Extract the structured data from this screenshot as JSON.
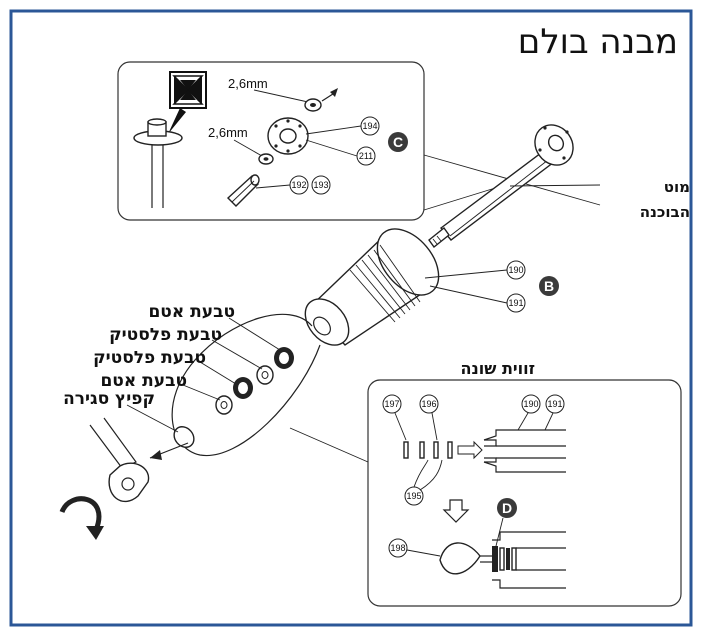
{
  "title": "מבנה בולם",
  "colors": {
    "frame": "#2b5797",
    "line": "#222222",
    "badge": "#3a3a3a"
  },
  "inset_c": {
    "dims": [
      "2,6mm",
      "2,6mm"
    ],
    "badge": "C",
    "parts": [
      "194",
      "211",
      "192",
      "193"
    ],
    "icon": "hex-nut-direction-icon"
  },
  "shaft_label": [
    "מוט",
    "הבוכנה"
  ],
  "body": {
    "badge": "B",
    "parts": [
      "190",
      "191"
    ]
  },
  "left_labels": [
    "טבעת אטם",
    "טבעת פלסטיק",
    "טבעת פלסטיק",
    "טבעת אטם",
    "קפיץ סגירה"
  ],
  "inset_d": {
    "caption": "זווית שונה",
    "badge": "D",
    "parts_top": [
      "197",
      "196",
      "190",
      "191"
    ],
    "part_mid": "195",
    "part_bottom": "198"
  }
}
